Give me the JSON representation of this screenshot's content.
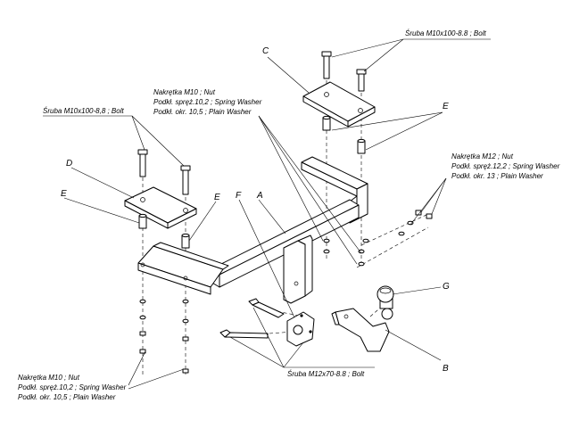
{
  "parts": {
    "a": "A",
    "b": "B",
    "c": "C",
    "d": "D",
    "e_left": "E",
    "e_mid": "E",
    "e_right": "E",
    "f": "F",
    "g": "G"
  },
  "callouts": {
    "top_right_bolt": "Śruba M10x100-8.8 ; Bolt",
    "left_bolt": "Śruba M10x100-8,8 ; Bolt",
    "top_nut": [
      "Nakrętka M10 ; Nut",
      "Podkł. spręż.10,2 ; Spring Washer",
      "Podkł. okr. 10,5 ; Plain Washer"
    ],
    "right_nut": [
      "Nakrętka M12 ; Nut",
      "Podkł. spręż.12,2 ; Spring Washer",
      "Podkł. okr. 13 ; Plain Washer"
    ],
    "bottom_nut": [
      "Nakrętka M10 ; Nut",
      "Podkł. spręż.10,2 ; Spring Washer",
      "Podkł. okr. 10,5 ; Plain Washer"
    ],
    "bottom_bolt": "Śruba M12x70-8.8 ; Bolt"
  },
  "icons": {
    "bolt": "hex-bolt-icon",
    "washer": "washer-icon",
    "nut": "hex-nut-icon"
  }
}
